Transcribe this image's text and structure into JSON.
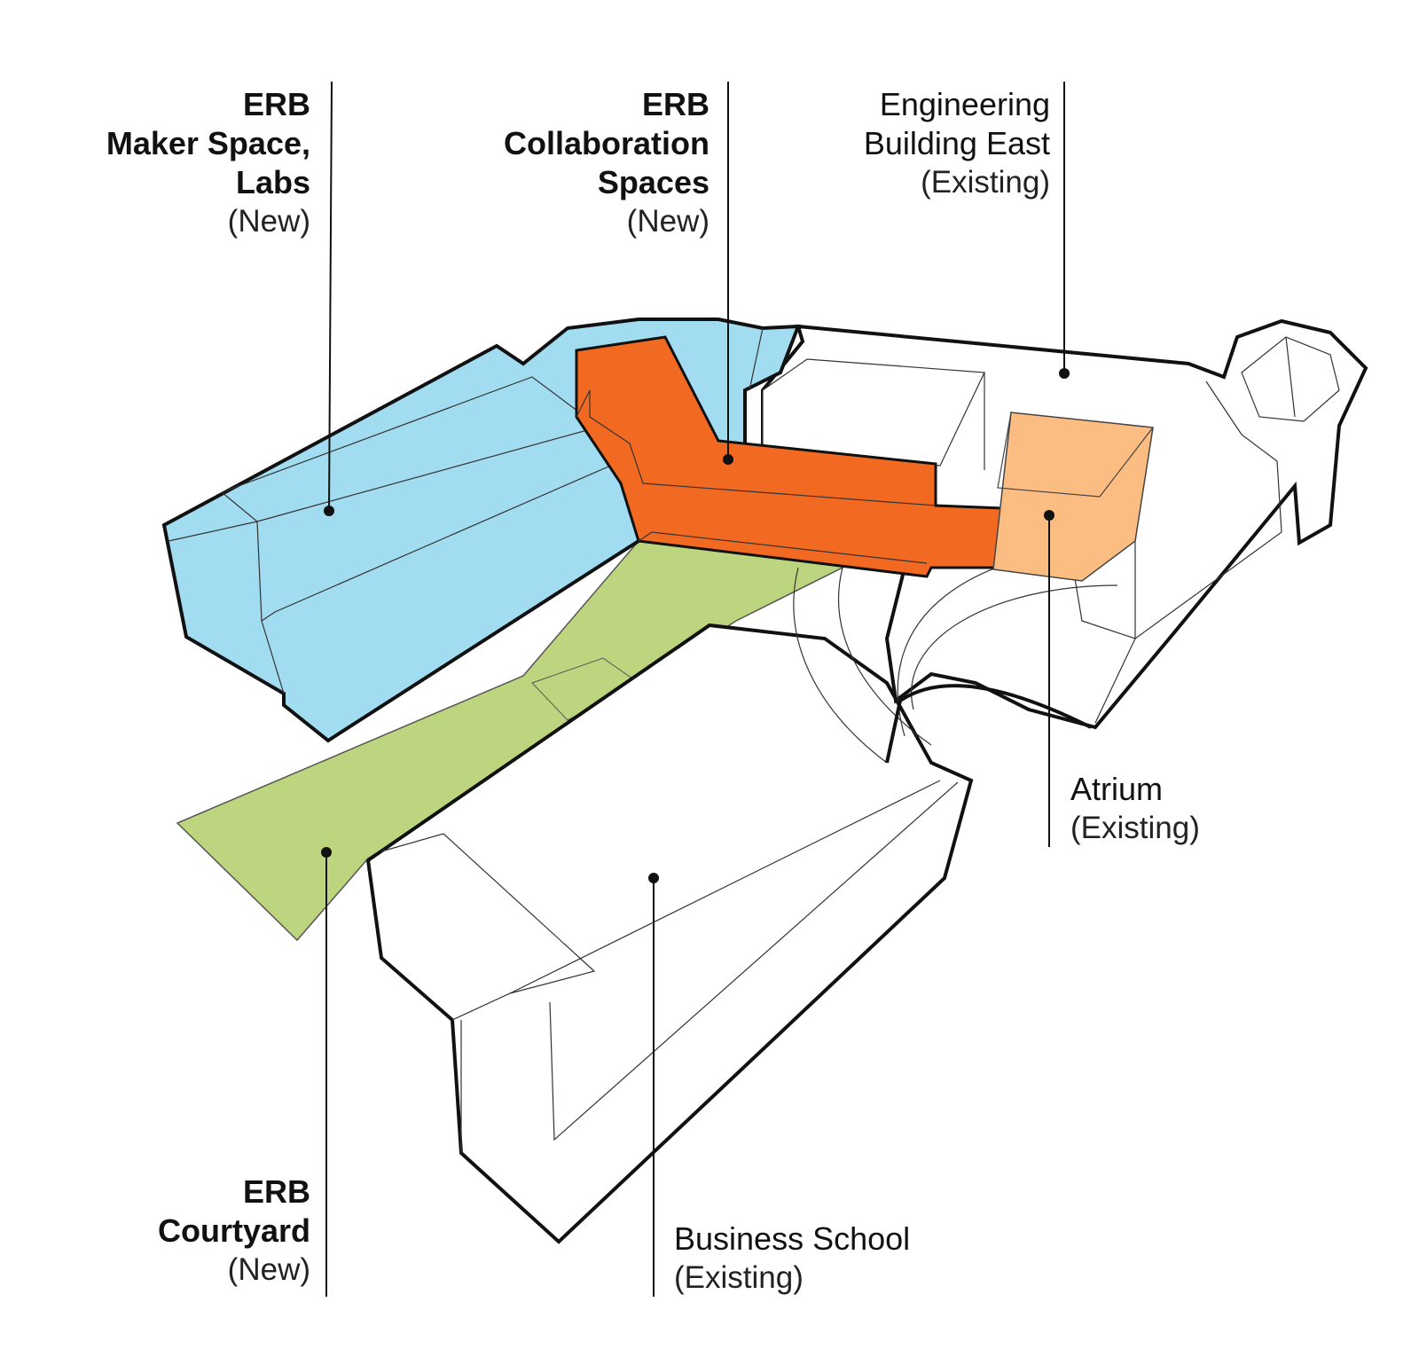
{
  "labels": {
    "maker": {
      "name_lines": [
        "ERB",
        "Maker Space,",
        "Labs"
      ],
      "status": "(New)",
      "fill": "#a2dcf0"
    },
    "collaboration": {
      "name_lines": [
        "ERB",
        "Collaboration",
        "Spaces"
      ],
      "status": "(New)",
      "fill": "#f26a22"
    },
    "engineering": {
      "name_lines": [
        "Engineering",
        "Building East"
      ],
      "status": "(Existing)",
      "fill": "#ffffff"
    },
    "atrium": {
      "name_lines": [
        "Atrium"
      ],
      "status": "(Existing)",
      "fill": "#fbbd82"
    },
    "courtyard": {
      "name_lines": [
        "ERB",
        "Courtyard"
      ],
      "status": "(New)",
      "fill": "#bed57f"
    },
    "business": {
      "name_lines": [
        "Business School"
      ],
      "status": "(Existing)",
      "fill": "#ffffff"
    }
  }
}
